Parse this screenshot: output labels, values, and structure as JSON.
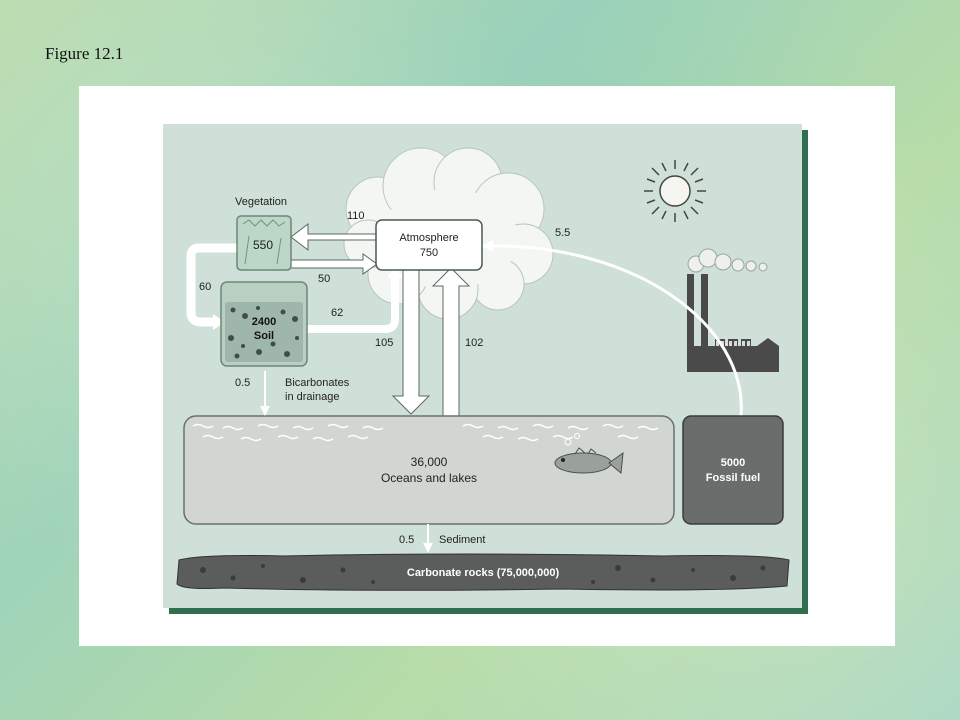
{
  "slide": {
    "title": "Figure 12.1"
  },
  "diagram": {
    "vegetation": {
      "label": "Vegetation",
      "value": "550"
    },
    "atmosphere": {
      "label": "Atmosphere",
      "value": "750"
    },
    "soil": {
      "value": "2400",
      "label": "Soil"
    },
    "oceans": {
      "value": "36,000",
      "label": "Oceans and lakes"
    },
    "fossil": {
      "value": "5000",
      "label": "Fossil fuel"
    },
    "rocks": {
      "label": "Carbonate rocks (75,000,000)"
    },
    "bicarbonates": {
      "line1": "Bicarbonates",
      "line2": "in drainage"
    },
    "sediment": {
      "label": "Sediment"
    },
    "flows": {
      "atm_to_veg": "110",
      "veg_to_soil": "60",
      "veg_to_atm": "50",
      "soil_to_atm": "62",
      "atm_to_ocean": "105",
      "ocean_to_atm": "102",
      "fossil_to_atm": "5.5",
      "soil_to_ocean": "0.5",
      "ocean_to_sediment": "0.5"
    }
  }
}
